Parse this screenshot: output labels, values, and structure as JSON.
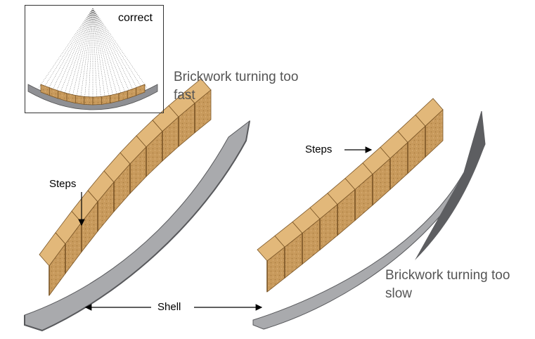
{
  "inset": {
    "label": "correct"
  },
  "left_figure": {
    "caption": "Brickwork turning too fast",
    "steps_label": "Steps"
  },
  "right_figure": {
    "caption": "Brickwork turning too slow",
    "steps_label": "Steps"
  },
  "shell_label": "Shell",
  "colors": {
    "brick": "#c89a5c",
    "brick_dark": "#7a5526",
    "brick_top": "#e2b87a",
    "shell": "#a9aaad",
    "shell_dark": "#58595c",
    "line": "#000000"
  }
}
